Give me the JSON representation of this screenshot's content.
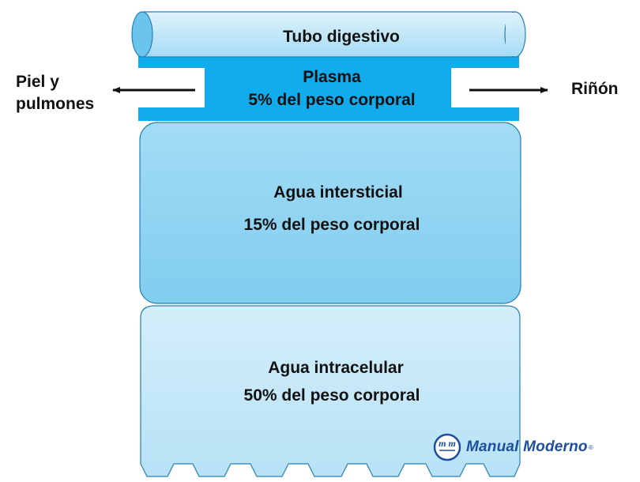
{
  "labels": {
    "tube": "Tubo digestivo",
    "plasma_title": "Plasma",
    "plasma_pct": "5% del peso corporal",
    "left_exit_line1": "Piel y",
    "left_exit_line2": "pulmones",
    "right_exit": "Riñón",
    "interstitial_title": "Agua intersticial",
    "interstitial_pct": "15% del peso corporal",
    "intracellular_title": "Agua intracelular",
    "intracellular_pct": "50% del peso corporal"
  },
  "brand": {
    "name": "Manual Moderno",
    "registered": "®",
    "monogram": "m m"
  },
  "colors": {
    "tube": "#bfe6f8",
    "plasma": "#12abeb",
    "interstitial": "#8ed3f1",
    "intracellular": "#c6e8f8",
    "outline": "#2a7fb4",
    "brand": "#1d4f9e"
  }
}
